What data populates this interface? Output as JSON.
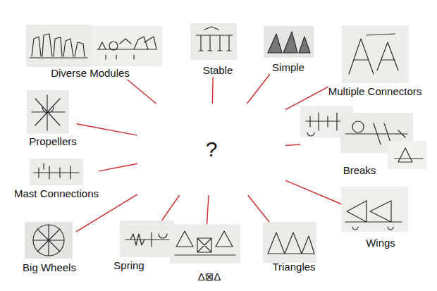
{
  "diagram": {
    "nodes": [
      {
        "text": [
          "Diverse Modules"
        ]
      },
      {
        "text": [
          "Stable"
        ]
      },
      {
        "text": [
          "Simple"
        ]
      },
      {
        "text": [
          "Multiple Connectors"
        ]
      },
      {
        "text": [
          "Propellers"
        ]
      },
      {
        "text": [
          "?"
        ]
      },
      {
        "text": [
          "Breaks"
        ]
      },
      {
        "text": [
          "Mast Connections"
        ]
      },
      {
        "text": [
          "Wings"
        ]
      },
      {
        "text": [
          "Big Wheels"
        ]
      },
      {
        "text": [
          "Spring"
        ]
      },
      {
        "text": [
          "Δ⊠Δ"
        ]
      },
      {
        "text": [
          "Triangles"
        ]
      }
    ],
    "edges": [
      {
        "from": 5,
        "to": 0,
        "arrow": "none"
      },
      {
        "from": 5,
        "to": 1,
        "arrow": "none"
      },
      {
        "from": 5,
        "to": 2,
        "arrow": "none"
      },
      {
        "from": 5,
        "to": 3,
        "arrow": "none"
      },
      {
        "from": 5,
        "to": 4,
        "arrow": "none"
      },
      {
        "from": 5,
        "to": 6,
        "arrow": "none"
      },
      {
        "from": 5,
        "to": 7,
        "arrow": "none"
      },
      {
        "from": 5,
        "to": 8,
        "arrow": "none"
      },
      {
        "from": 5,
        "to": 9,
        "arrow": "none"
      },
      {
        "from": 5,
        "to": 10,
        "arrow": "none"
      },
      {
        "from": 5,
        "to": 11,
        "arrow": "none"
      },
      {
        "from": 5,
        "to": 12,
        "arrow": "none"
      }
    ]
  }
}
